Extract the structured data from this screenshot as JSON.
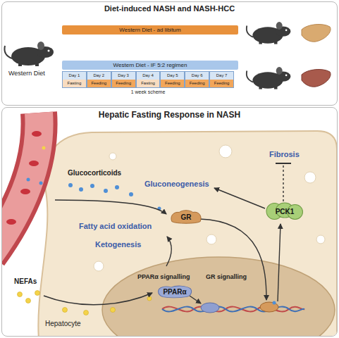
{
  "diagram": {
    "nodes": [
      {
        "text": [
          "Diet-induced NASH and NASH-HCC"
        ]
      },
      {
        "text": [
          "Western Diet - ad libitum"
        ],
        "in": 0
      },
      {
        "text": [
          "Western Diet - IF 5:2 regimen"
        ],
        "in": 0
      },
      {
        "text": [
          "Day 1",
          "Fasting"
        ],
        "in": 0
      },
      {
        "text": [
          "Day 2",
          "Feeding"
        ],
        "in": 0
      },
      {
        "text": [
          "Day 3",
          "Feeding"
        ],
        "in": 0
      },
      {
        "text": [
          "Day 4",
          "Fasting"
        ],
        "in": 0
      },
      {
        "text": [
          "Day 5",
          "Feeding"
        ],
        "in": 0
      },
      {
        "text": [
          "Day 6",
          "Feeding"
        ],
        "in": 0
      },
      {
        "text": [
          "Day 7",
          "Feeding"
        ],
        "in": 0
      },
      {
        "text": [
          "Hepatic Fasting Response in NASH"
        ]
      },
      {
        "text": [
          "Hepatocyte"
        ],
        "in": 10
      },
      {
        "text": [
          "GR"
        ],
        "in": 11
      },
      {
        "text": [
          "PPARα"
        ],
        "in": 11
      },
      {
        "text": [
          "PCK1"
        ],
        "in": 11
      }
    ],
    "labels": [
      "Western Diet",
      "1 week scheme",
      "Glucocorticoids",
      "Gluconeogenesis",
      "Fatty acid oxidation",
      "Ketogenesis",
      "PPARα signalling",
      "GR signalling",
      "Fibrosis",
      "NEFAs"
    ]
  }
}
